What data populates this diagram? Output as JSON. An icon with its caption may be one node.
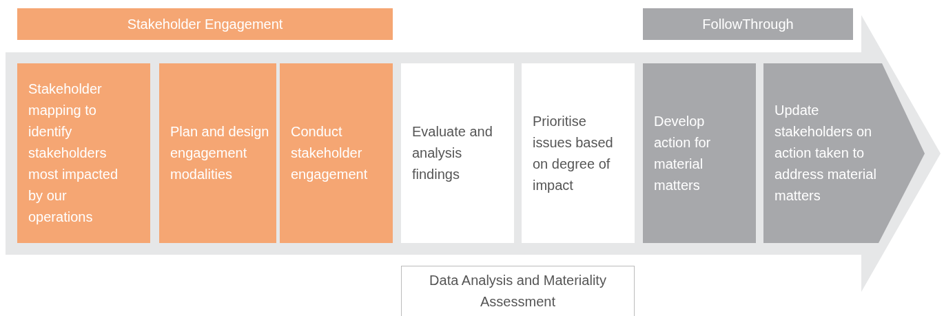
{
  "diagram": {
    "nodes": [
      {
        "text": [
          "Stakeholder Engagement"
        ]
      },
      {
        "text": [
          "FollowThrough"
        ]
      },
      {
        "text": [],
        "shape": "arrow"
      },
      {
        "text": [
          "Stakeholder mapping to identify stakeholders most impacted by our operations"
        ],
        "in": 2
      },
      {
        "text": [
          "Plan and design engagement modalities"
        ],
        "in": 2
      },
      {
        "text": [
          "Conduct stakeholder engagement"
        ],
        "in": 2
      },
      {
        "text": [
          "Evaluate and analysis findings"
        ],
        "in": 2
      },
      {
        "text": [
          "Prioritise issues based on degree of impact"
        ],
        "in": 2
      },
      {
        "text": [
          "Develop action for material matters"
        ],
        "in": 2
      },
      {
        "text": [
          "Update stakeholders on action taken to address material matters"
        ],
        "in": 2
      },
      {
        "text": [
          "Data Analysis and Materiality Assessment"
        ]
      }
    ]
  }
}
